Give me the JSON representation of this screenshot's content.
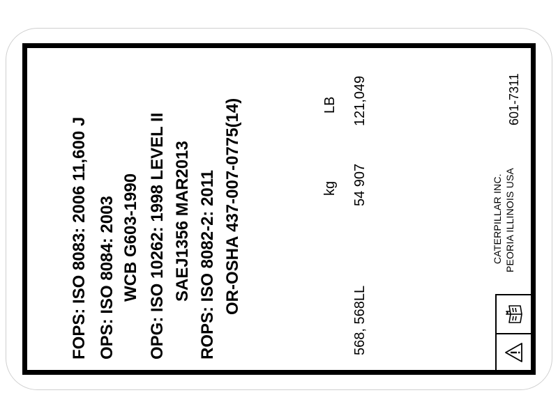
{
  "decal": {
    "certifications": {
      "fops": "FOPS: ISO 8083: 2006 11,600 J",
      "ops": "OPS: ISO 8084: 2003",
      "ops_wcb": "WCB G603-1990",
      "opg": "OPG: ISO 10262: 1998 LEVEL II",
      "opg_sae": "SAEJ1356 MAR2013",
      "rops": "ROPS: ISO 8082-2: 2011",
      "rops_osha": "OR-OSHA 437-007-0775(14)"
    },
    "weight": {
      "models": "568, 568LL",
      "kg_label": "kg",
      "kg_value": "54 907",
      "lb_label": "LB",
      "lb_value": "121,049"
    },
    "manufacturer": {
      "name": "CATERPILLAR INC.",
      "location": "PEORIA  ILLINOIS USA"
    },
    "part_number": "601-7311",
    "icons": {
      "manual": "operator-manual-icon",
      "warning": "warning-triangle-icon"
    }
  }
}
